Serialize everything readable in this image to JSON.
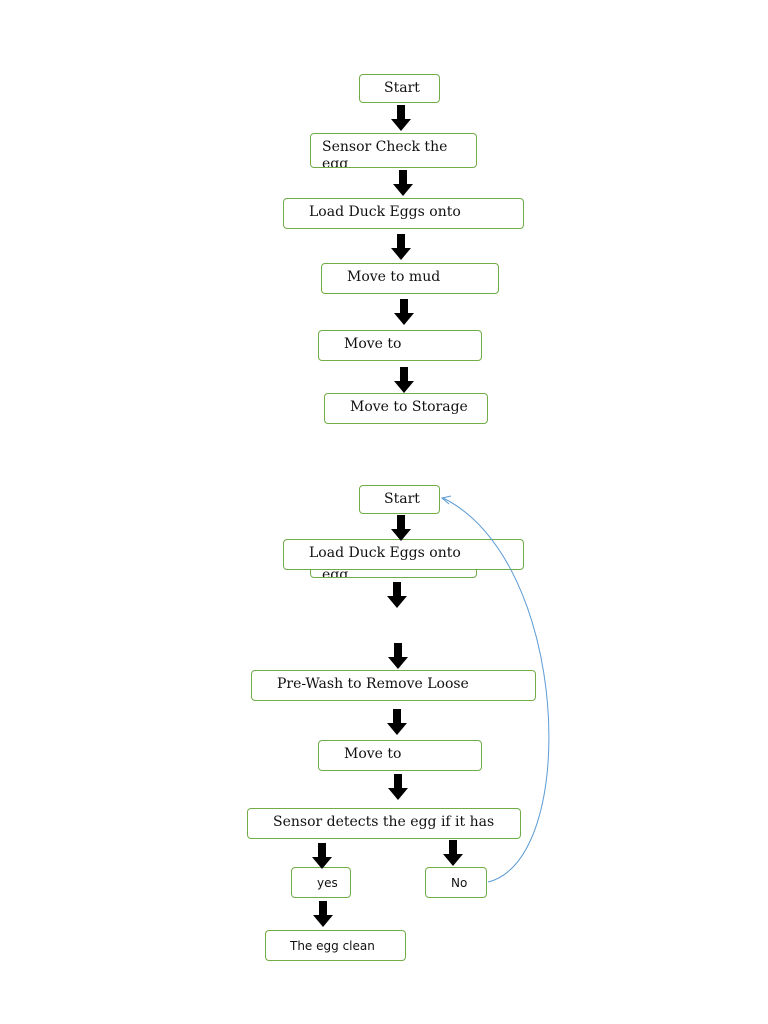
{
  "diagram_top": {
    "nodes": [
      {
        "id": "start",
        "label": "Start"
      },
      {
        "id": "sensor-check",
        "label": "Sensor Check the",
        "clipped_label": "egg"
      },
      {
        "id": "load",
        "label": "Load Duck Eggs onto"
      },
      {
        "id": "move-mud",
        "label": "Move to mud"
      },
      {
        "id": "move-to",
        "label": "Move to"
      },
      {
        "id": "storage",
        "label": "Move to Storage"
      }
    ]
  },
  "diagram_bottom": {
    "nodes": [
      {
        "id": "start",
        "label": "Start"
      },
      {
        "id": "sensor-check-hidden",
        "label": "egg"
      },
      {
        "id": "load",
        "label": "Load Duck Eggs onto"
      },
      {
        "id": "prewash",
        "label": "Pre-Wash to Remove Loose"
      },
      {
        "id": "move-to",
        "label": "Move to"
      },
      {
        "id": "sensor-detects",
        "label": "Sensor detects  the egg if it has"
      },
      {
        "id": "yes",
        "label": "yes"
      },
      {
        "id": "no",
        "label": "No"
      },
      {
        "id": "clean",
        "label": "The egg clean"
      }
    ],
    "loop_color": "#5b9bd5"
  },
  "colors": {
    "box_border": "#70ad47",
    "arrow": "#000000"
  }
}
